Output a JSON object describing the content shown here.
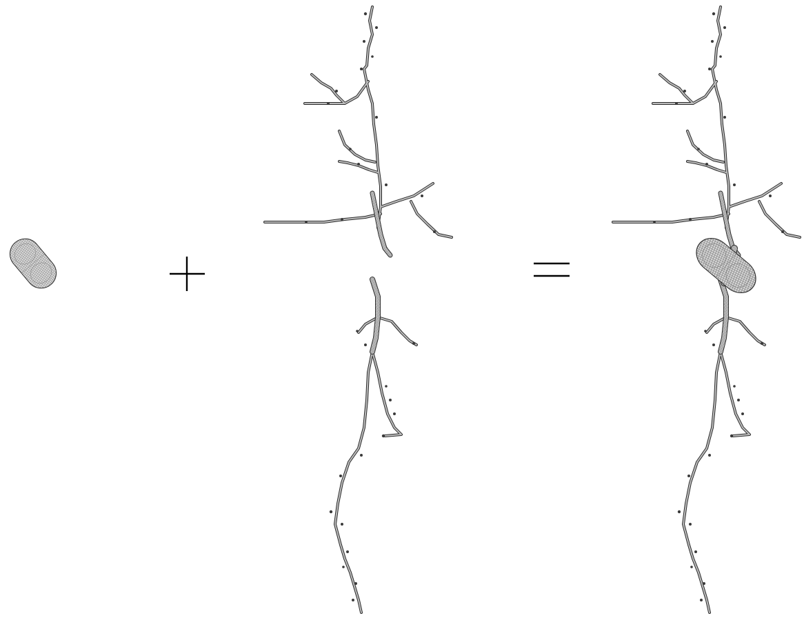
{
  "figure": {
    "panels": [
      "soma-mesh",
      "plus-operator",
      "dendrite-mesh",
      "equals-operator",
      "combined-neuron-mesh"
    ],
    "colors": {
      "background": "#ffffff",
      "mesh_fill": "#d9d9d9",
      "mesh_line": "#6a6a6a",
      "mesh_outline": "#2b2b2b",
      "operator": "#000000"
    }
  }
}
